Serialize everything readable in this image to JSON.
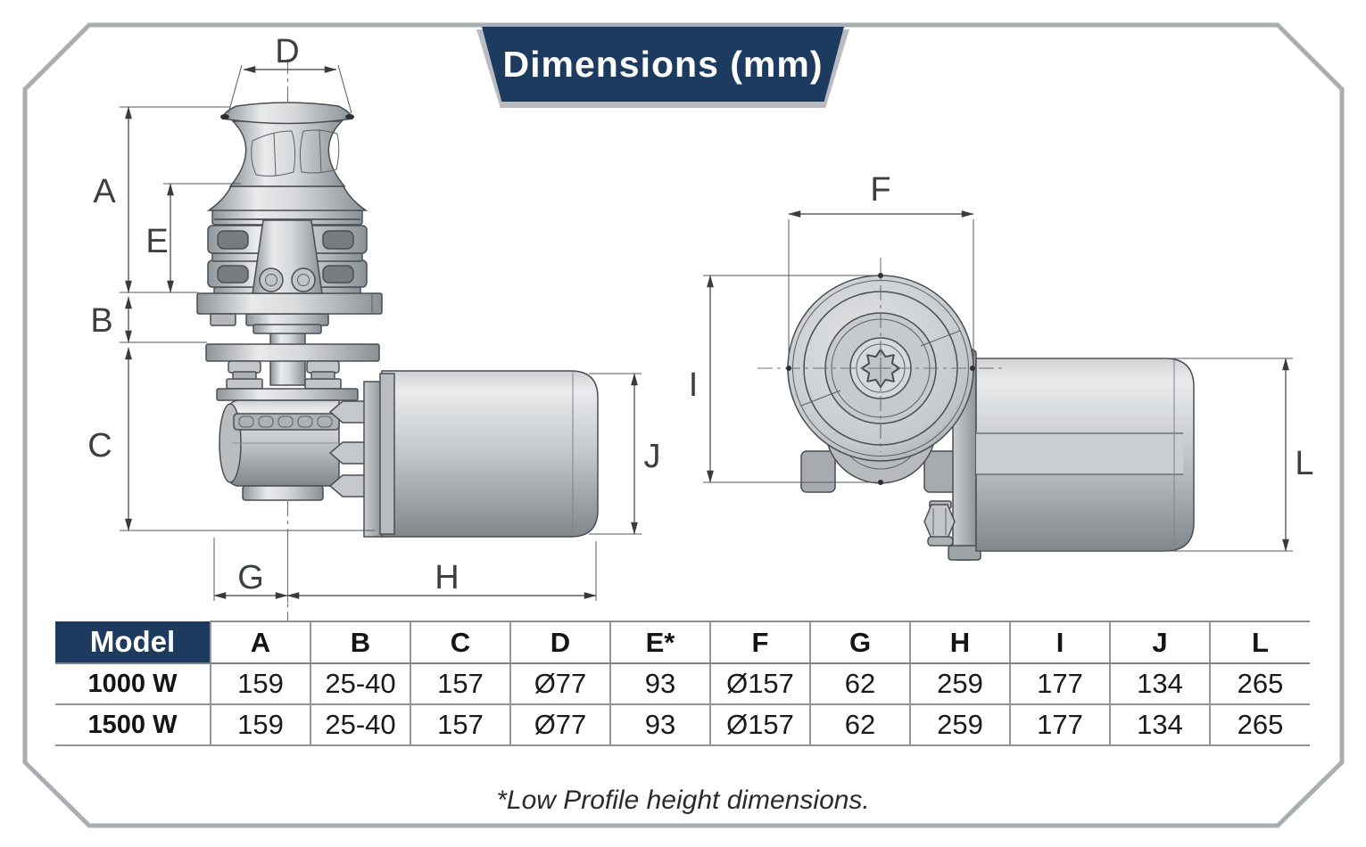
{
  "banner": {
    "title": "Dimensions (mm)"
  },
  "dims": {
    "A": "A",
    "B": "B",
    "C": "C",
    "D": "D",
    "E": "E",
    "F": "F",
    "G": "G",
    "H": "H",
    "I": "I",
    "J": "J",
    "L": "L"
  },
  "table": {
    "model_header": "Model",
    "columns": [
      "A",
      "B",
      "C",
      "D",
      "E*",
      "F",
      "G",
      "H",
      "I",
      "J",
      "L"
    ],
    "rows": [
      {
        "model": "1000 W",
        "values": [
          "159",
          "25-40",
          "157",
          "Ø77",
          "93",
          "Ø157",
          "62",
          "259",
          "177",
          "134",
          "265"
        ]
      },
      {
        "model": "1500 W",
        "values": [
          "159",
          "25-40",
          "157",
          "Ø77",
          "93",
          "Ø157",
          "62",
          "259",
          "177",
          "134",
          "265"
        ]
      }
    ]
  },
  "footnote": "*Low Profile height dimensions.",
  "colors": {
    "navy": "#1c3b5f",
    "frame_border": "#aaaeb3"
  }
}
